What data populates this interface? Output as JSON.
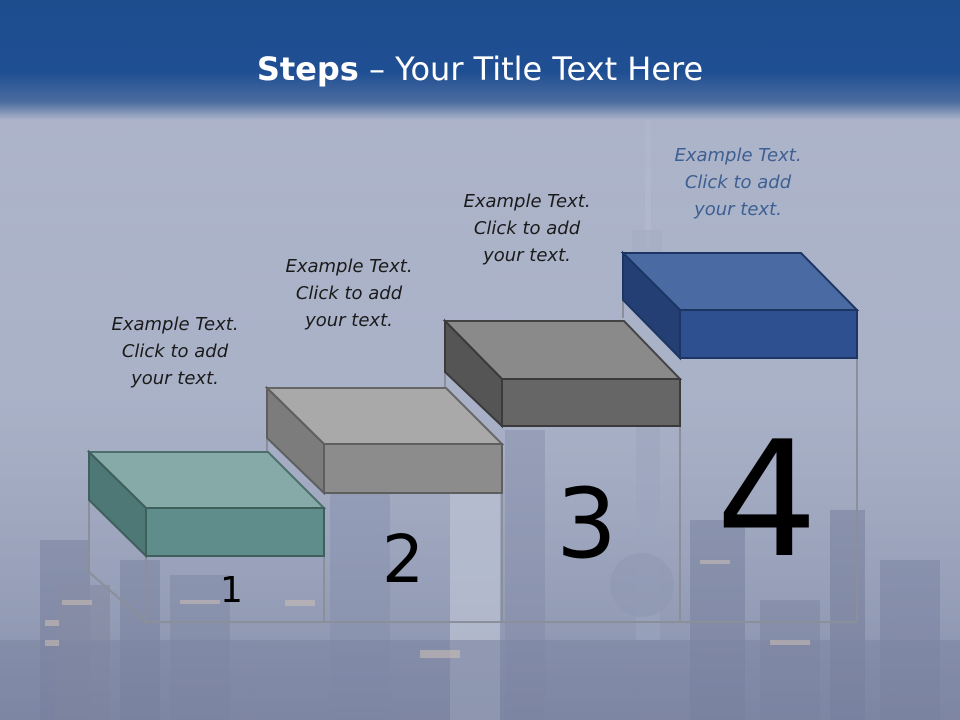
{
  "slide": {
    "title_bold": "Steps",
    "title_rest": " – Your Title Text Here",
    "colors": {
      "title_band": "#1f4f93",
      "step1": "#5e8d8b",
      "step2": "#8c8c8c",
      "step3": "#666666",
      "step4": "#2f5090",
      "caption_blue": "#3e5f92"
    }
  },
  "steps": [
    {
      "number": "1",
      "caption": [
        "Example Text.",
        "Click  to add",
        "your text."
      ]
    },
    {
      "number": "2",
      "caption": [
        "Example Text.",
        "Click  to add",
        "your text."
      ]
    },
    {
      "number": "3",
      "caption": [
        "Example Text.",
        "Click  to add",
        "your text."
      ]
    },
    {
      "number": "4",
      "caption": [
        "Example Text.",
        "Click  to add",
        "your text."
      ]
    }
  ]
}
